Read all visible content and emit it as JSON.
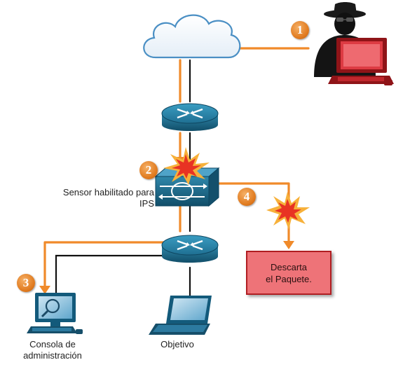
{
  "labels": {
    "sensor_line1": "Sensor habilitado para",
    "sensor_line2": "IPS",
    "console_line1": "Consola de",
    "console_line2": "administración",
    "target": "Objetivo",
    "drop_line1": "Descarta",
    "drop_line2": "el Paquete."
  },
  "steps": [
    "1",
    "2",
    "3",
    "4"
  ],
  "colors": {
    "attack_path": "#f08a2a",
    "network_link": "#111111",
    "router": "#1d6a8c",
    "drop_box": "#ee7378",
    "drop_border": "#b01e22",
    "attacker_pc": "#c0272d"
  },
  "icons": [
    "cloud-icon",
    "attacker-icon",
    "router-icon",
    "ips-sensor-icon",
    "explosion-icon",
    "console-pc-icon",
    "laptop-icon"
  ]
}
